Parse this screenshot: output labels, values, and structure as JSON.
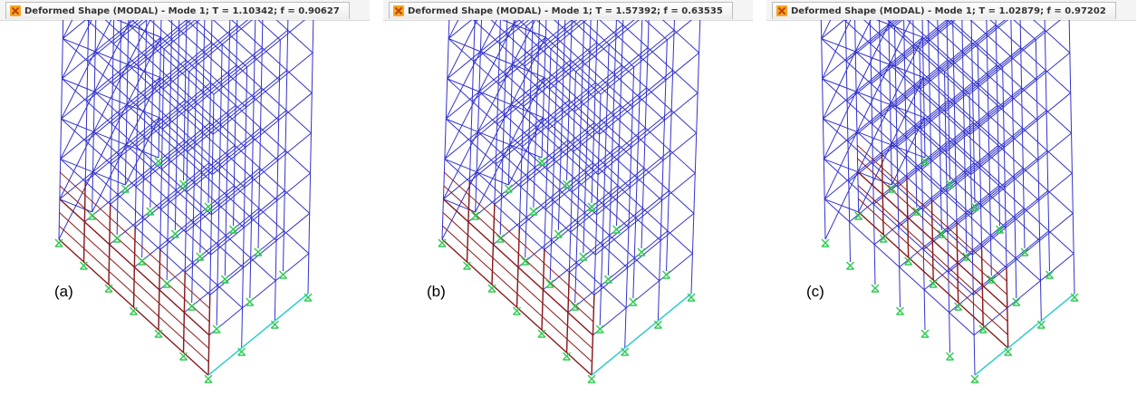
{
  "panels": [
    {
      "title": "Deformed Shape (MODAL) - Mode 1; T = 1.10342; f = 0.90627",
      "label": "(a)"
    },
    {
      "title": "Deformed Shape (MODAL) - Mode 1; T = 1.57392; f = 0.63535",
      "label": "(b)"
    },
    {
      "title": "Deformed Shape (MODAL) - Mode 1; T = 1.02879; f = 0.97202",
      "label": "(c)"
    }
  ],
  "colors": {
    "frame": "#3333cc",
    "wall": "#8b1a1a",
    "support": "#33cc55",
    "base": "#33cccc"
  }
}
